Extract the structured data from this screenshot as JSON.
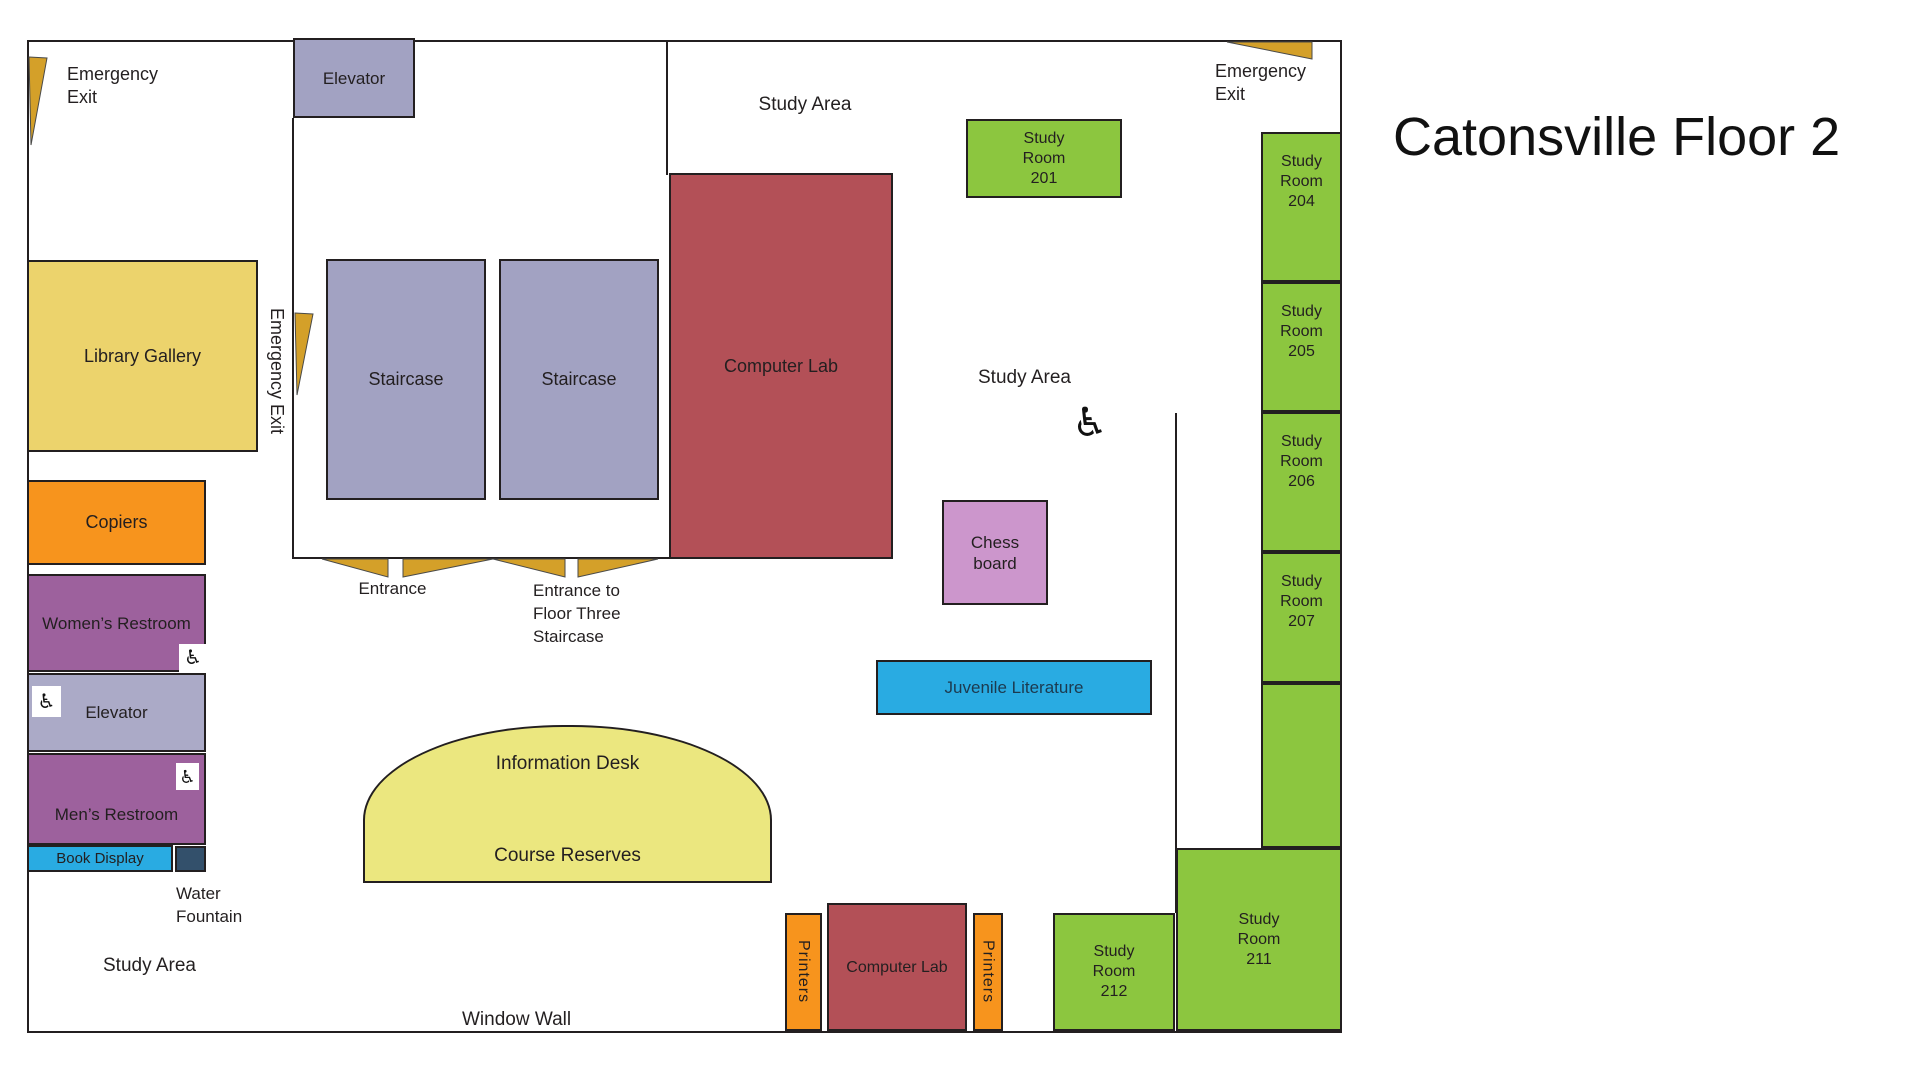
{
  "title": "Catonsville Floor 2",
  "colors": {
    "wall": "#231f20",
    "elevator_staircase": "#a2a2c2",
    "library_gallery": "#ecd36c",
    "information_desk": "#ebe77f",
    "copiers_printers": "#f7941d",
    "restrooms": "#9d619d",
    "book_display_juvenile": "#29abe2",
    "water_fountain": "#33506b",
    "study_rooms": "#8cc63f",
    "computer_lab": "#b35057",
    "chess_board": "#cc96cc",
    "exit_entrance_markers": "#d4a029"
  },
  "icons": {
    "wheelchair": "♿"
  },
  "areas": {
    "emergency_exit_top_left": "Emergency\nExit",
    "elevator_top": "Elevator",
    "study_area_top": "Study Area",
    "emergency_exit_top_right": "Emergency\nExit",
    "study_room_201": "Study\nRoom\n201",
    "study_room_204": "Study\nRoom\n204",
    "study_room_205": "Study\nRoom\n205",
    "study_room_206": "Study\nRoom\n206",
    "study_room_207": "Study\nRoom\n207",
    "study_room_211": "Study\nRoom\n211",
    "study_room_212": "Study\nRoom\n212",
    "library_gallery": "Library Gallery",
    "emergency_exit_left": "Emergency Exit",
    "staircase": "Staircase",
    "computer_lab": "Computer Lab",
    "study_area_middle": "Study Area",
    "chess_board": "Chess\nboard",
    "copiers": "Copiers",
    "womens_restroom": "Women’s Restroom",
    "elevator_left": "Elevator",
    "mens_restroom": "Men’s Restroom",
    "book_display": "Book Display",
    "water_fountain": "Water\nFountain",
    "entrance": "Entrance",
    "entrance_floor_three": "Entrance to\nFloor Three\nStaircase",
    "juvenile_literature": "Juvenile Literature",
    "information_desk": "Information Desk",
    "course_reserves": "Course Reserves",
    "printers": "Printers",
    "study_area_bottom": "Study Area",
    "window_wall": "Window Wall"
  }
}
